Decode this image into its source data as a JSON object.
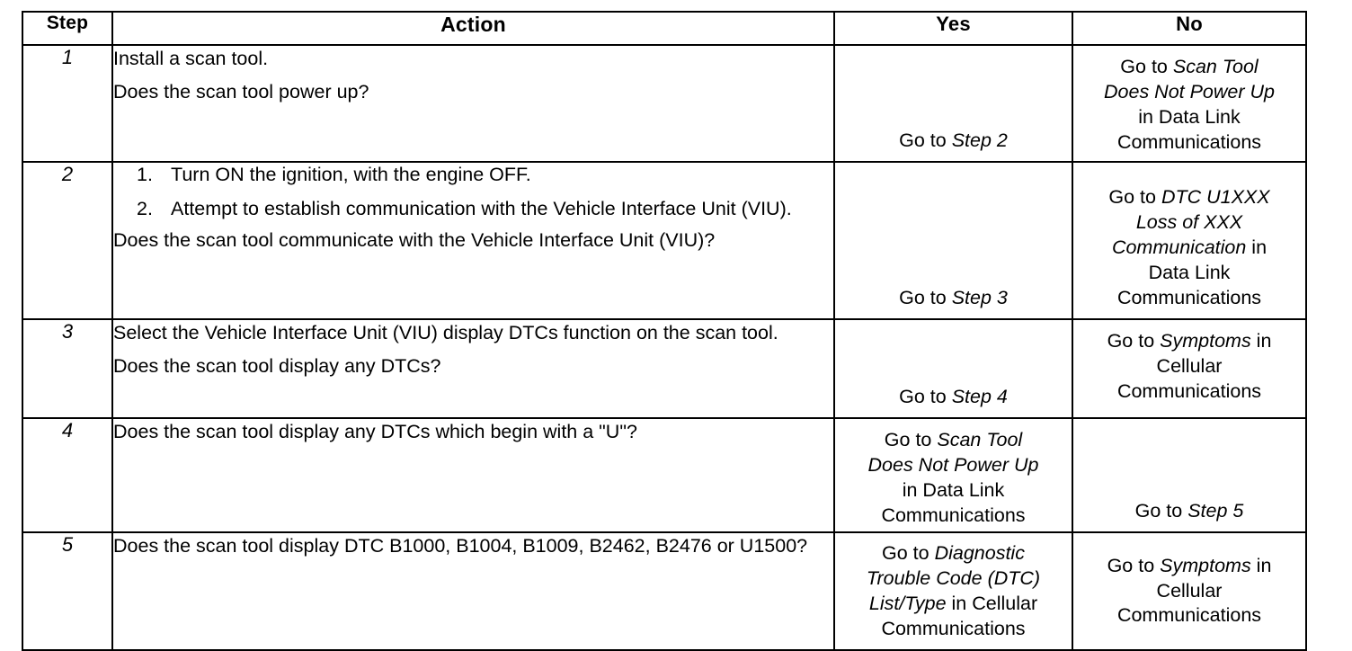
{
  "table": {
    "headers": {
      "step": "Step",
      "action": "Action",
      "yes": "Yes",
      "no": "No"
    },
    "rows": [
      {
        "step": "1",
        "action": {
          "paragraphs": [
            "Install a scan tool.",
            "Does the scan tool power up?"
          ]
        },
        "yes": {
          "lines": [
            {
              "plain": "Go to ",
              "italic": "Step 2",
              "tail": ""
            }
          ]
        },
        "no": {
          "lines": [
            {
              "plain": "Go to ",
              "italic": "Scan Tool",
              "tail": ""
            },
            {
              "plain": "",
              "italic": "Does Not Power Up",
              "tail": ""
            },
            {
              "plain": "in Data Link",
              "italic": "",
              "tail": ""
            },
            {
              "plain": "Communications",
              "italic": "",
              "tail": ""
            }
          ]
        }
      },
      {
        "step": "2",
        "action": {
          "list": [
            {
              "marker": "1.",
              "text": "Turn ON the ignition, with the engine OFF."
            },
            {
              "marker": "2.",
              "text": "Attempt to establish communication with the Vehicle Interface Unit (VIU)."
            }
          ],
          "paragraphs": [
            "Does the scan tool communicate with the Vehicle Interface Unit (VIU)?"
          ]
        },
        "yes": {
          "lines": [
            {
              "plain": "Go to ",
              "italic": "Step 3",
              "tail": ""
            }
          ]
        },
        "no": {
          "lines": [
            {
              "plain": "Go to ",
              "italic": "DTC U1XXX",
              "tail": ""
            },
            {
              "plain": "",
              "italic": "Loss of XXX",
              "tail": ""
            },
            {
              "plain": "",
              "italic": "Communication",
              "tail": " in"
            },
            {
              "plain": "Data Link",
              "italic": "",
              "tail": ""
            },
            {
              "plain": "Communications",
              "italic": "",
              "tail": ""
            }
          ]
        }
      },
      {
        "step": "3",
        "action": {
          "paragraphs": [
            "Select the Vehicle Interface Unit (VIU) display DTCs function on the scan tool.",
            "Does the scan tool display any DTCs?"
          ]
        },
        "yes": {
          "lines": [
            {
              "plain": "Go to ",
              "italic": "Step 4",
              "tail": ""
            }
          ]
        },
        "no": {
          "lines": [
            {
              "plain": "Go to ",
              "italic": "Symptoms",
              "tail": " in"
            },
            {
              "plain": "Cellular",
              "italic": "",
              "tail": ""
            },
            {
              "plain": "Communications",
              "italic": "",
              "tail": ""
            }
          ]
        }
      },
      {
        "step": "4",
        "action": {
          "paragraphs": [
            "Does the scan tool display any DTCs which begin with a \"U\"?"
          ]
        },
        "yes": {
          "lines": [
            {
              "plain": "Go to ",
              "italic": "Scan Tool",
              "tail": ""
            },
            {
              "plain": "",
              "italic": "Does Not Power Up",
              "tail": ""
            },
            {
              "plain": "in Data Link",
              "italic": "",
              "tail": ""
            },
            {
              "plain": "Communications",
              "italic": "",
              "tail": ""
            }
          ]
        },
        "no": {
          "lines": [
            {
              "plain": "Go to ",
              "italic": "Step 5",
              "tail": ""
            }
          ]
        }
      },
      {
        "step": "5",
        "action": {
          "paragraphs": [
            "Does the scan tool display DTC B1000, B1004, B1009, B2462, B2476 or U1500?"
          ]
        },
        "yes": {
          "lines": [
            {
              "plain": "Go to ",
              "italic": "Diagnostic",
              "tail": ""
            },
            {
              "plain": "",
              "italic": "Trouble Code (DTC)",
              "tail": ""
            },
            {
              "plain": "",
              "italic": "List/Type",
              "tail": " in Cellular"
            },
            {
              "plain": "Communications",
              "italic": "",
              "tail": ""
            }
          ]
        },
        "no": {
          "lines": [
            {
              "plain": "Go to ",
              "italic": "Symptoms",
              "tail": " in"
            },
            {
              "plain": "Cellular",
              "italic": "",
              "tail": ""
            },
            {
              "plain": "Communications",
              "italic": "",
              "tail": ""
            }
          ]
        }
      }
    ],
    "alignment": {
      "yes": [
        "bottom",
        "bottom",
        "bottom",
        "top",
        "bottom"
      ],
      "no": [
        "top",
        "bottom",
        "top",
        "bottom",
        "middle"
      ]
    }
  }
}
